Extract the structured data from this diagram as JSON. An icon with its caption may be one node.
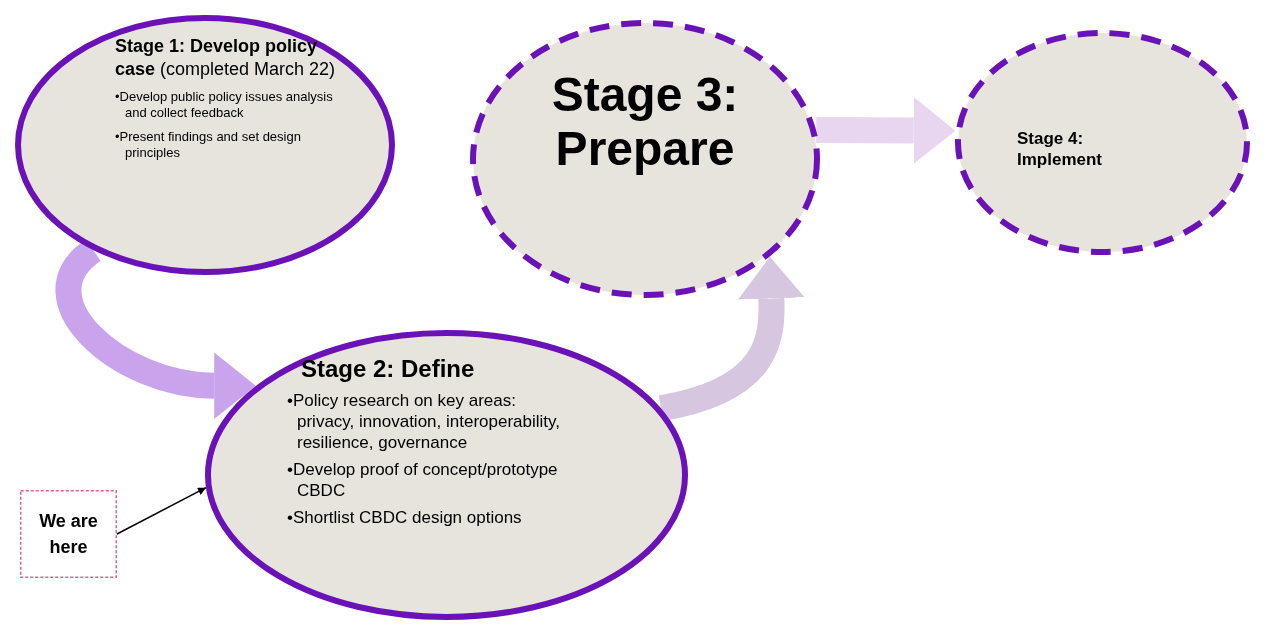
{
  "diagram": {
    "nodes": [
      {
        "text": [
          "**Stage 1: Develop policy case** (completed March 22)",
          "•Develop public policy issues analysis and collect feedback",
          "•Present findings and set design principles"
        ]
      },
      {
        "text": [
          "Stage 3: Prepare"
        ]
      },
      {
        "text": [
          "Stage 4: Implement"
        ]
      },
      {
        "text": [
          "Stage 2: Define",
          "•Policy research on key areas: privacy, innovation, interoperability, resilience, governance",
          "•Develop proof of concept/prototype CBDC",
          "•Shortlist CBDC design options"
        ]
      },
      {
        "text": [
          "We are here"
        ]
      }
    ],
    "edges": [
      {
        "from": 0,
        "to": 3,
        "arrow": "to",
        "color": "#c9a3ec"
      },
      {
        "from": 3,
        "to": 1,
        "arrow": "to",
        "color": "#d6c6df"
      },
      {
        "from": 1,
        "to": 2,
        "arrow": "to",
        "color": "#e8d6f0"
      },
      {
        "from": 4,
        "to": 3,
        "arrow": "to",
        "color": "#000000"
      }
    ]
  }
}
